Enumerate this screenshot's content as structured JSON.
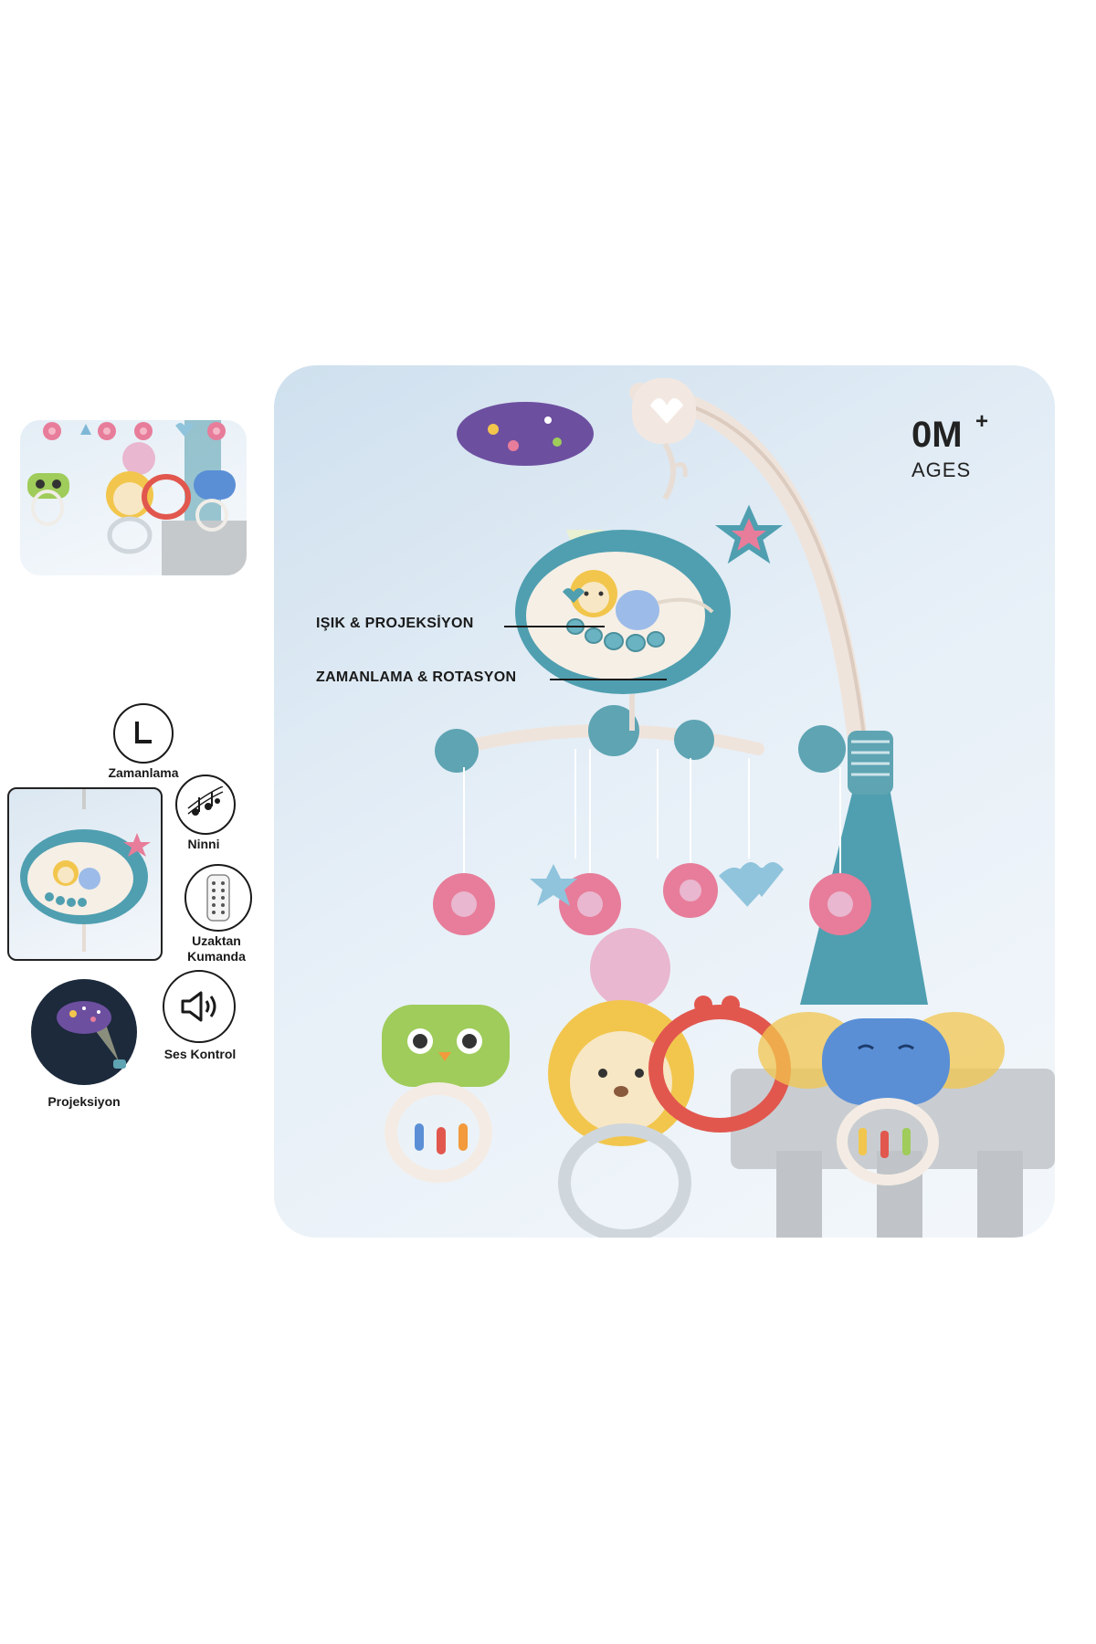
{
  "product": {
    "age_badge": {
      "main": "0M",
      "plus": "+",
      "sub": "AGES"
    },
    "callouts": {
      "light_projection": "IŞIK & PROJEKSİYON",
      "timer_rotation": "ZAMANLAMA & ROTASYON"
    }
  },
  "features": [
    {
      "label": "Zamanlama",
      "icon": "clock-icon"
    },
    {
      "label": "Ninni",
      "icon": "music-notes-icon"
    },
    {
      "label": "Uzaktan\nKumanda",
      "icon": "remote-control-icon"
    },
    {
      "label": "Ses Kontrol",
      "icon": "speaker-icon"
    },
    {
      "label": "Projeksiyon",
      "icon": "projection-icon"
    }
  ],
  "colors": {
    "teal": "#4f9fb0",
    "pink": "#e77d9a",
    "panel_bg": "#dce8f2",
    "cream": "#f4ece4",
    "lion_yellow": "#f2c64d",
    "owl_green": "#9fcc5a",
    "elephant_blue": "#5a8fd6",
    "crab_red": "#e1574e"
  }
}
